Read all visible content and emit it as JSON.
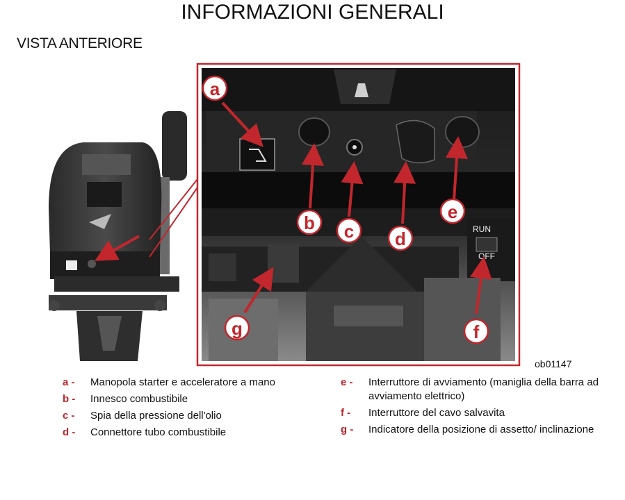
{
  "page": {
    "title": "INFORMAZIONI GENERALI",
    "subtitle": "VISTA ANTERIORE",
    "figure_id": "ob01147"
  },
  "figure": {
    "callouts": [
      "a",
      "b",
      "c",
      "d",
      "e",
      "f",
      "g"
    ],
    "panel_labels": {
      "run": "RUN",
      "off": "OFF"
    },
    "accent_color": "#c1272d"
  },
  "legend": {
    "left": [
      {
        "letter": "a -",
        "text": "Manopola starter e acceleratore a mano"
      },
      {
        "letter": "b -",
        "text": "Innesco combustibile"
      },
      {
        "letter": "c -",
        "text": "Spia della pressione dell'olio"
      },
      {
        "letter": "d -",
        "text": "Connettore tubo combustibile"
      }
    ],
    "right": [
      {
        "letter": "e -",
        "text": "Interruttore di avviamento (maniglia della barra ad avviamento elettrico)"
      },
      {
        "letter": "f -",
        "text": "Interruttore del cavo salvavita"
      },
      {
        "letter": "g -",
        "text": "Indicatore della posizione di assetto/ inclinazione"
      }
    ]
  }
}
